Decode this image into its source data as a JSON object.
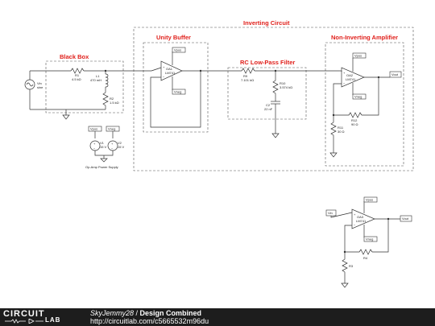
{
  "groups": {
    "inverting": "Inverting Circuit",
    "unity": "Unity Buffer",
    "rc": "RC Low-Pass Filter",
    "noninv": "Non-Inverting Amplifier",
    "blackbox": "Black Box"
  },
  "source": {
    "name": "Vin",
    "value": "sine"
  },
  "r1": {
    "name": "R1",
    "value": "4.5 kΩ"
  },
  "l1": {
    "name": "L1",
    "value": "470 mH"
  },
  "r2": {
    "name": "R2",
    "value": "1.5 kΩ"
  },
  "r9": {
    "name": "R9",
    "value": "7.101 kΩ"
  },
  "r10": {
    "name": "R10",
    "value": "3.574 kΩ"
  },
  "c2": {
    "name": "C2",
    "value": "22 nF"
  },
  "oa1": {
    "name": "OA1",
    "model": "LM741"
  },
  "oa2": {
    "name": "OA2",
    "model": "LM741"
  },
  "oa3": {
    "name": "OA3",
    "model": "LM741"
  },
  "r11": {
    "name": "R11",
    "value": "30 Ω"
  },
  "r12": {
    "name": "R12",
    "value": "90 Ω"
  },
  "r3": {
    "name": "R3"
  },
  "r4": {
    "name": "R4"
  },
  "v1": {
    "name": "V1",
    "value": "15 V"
  },
  "v2": {
    "name": "V2",
    "value": "15 V"
  },
  "supply_caption": "Op-Amp Power Supply",
  "tags": {
    "vpos": "Vpos",
    "vneg": "Vneg",
    "vout": "Vout",
    "vin": "Vin"
  },
  "pins": {
    "plus": "+",
    "minus": "−"
  },
  "footer": {
    "brand_top": "CIRCUIT",
    "brand_bottom": "LAB",
    "user": "SkyJemmy28",
    "separator": " / ",
    "design": "Design Combined",
    "url": "http://circuitlab.com/c5665532m96du"
  }
}
